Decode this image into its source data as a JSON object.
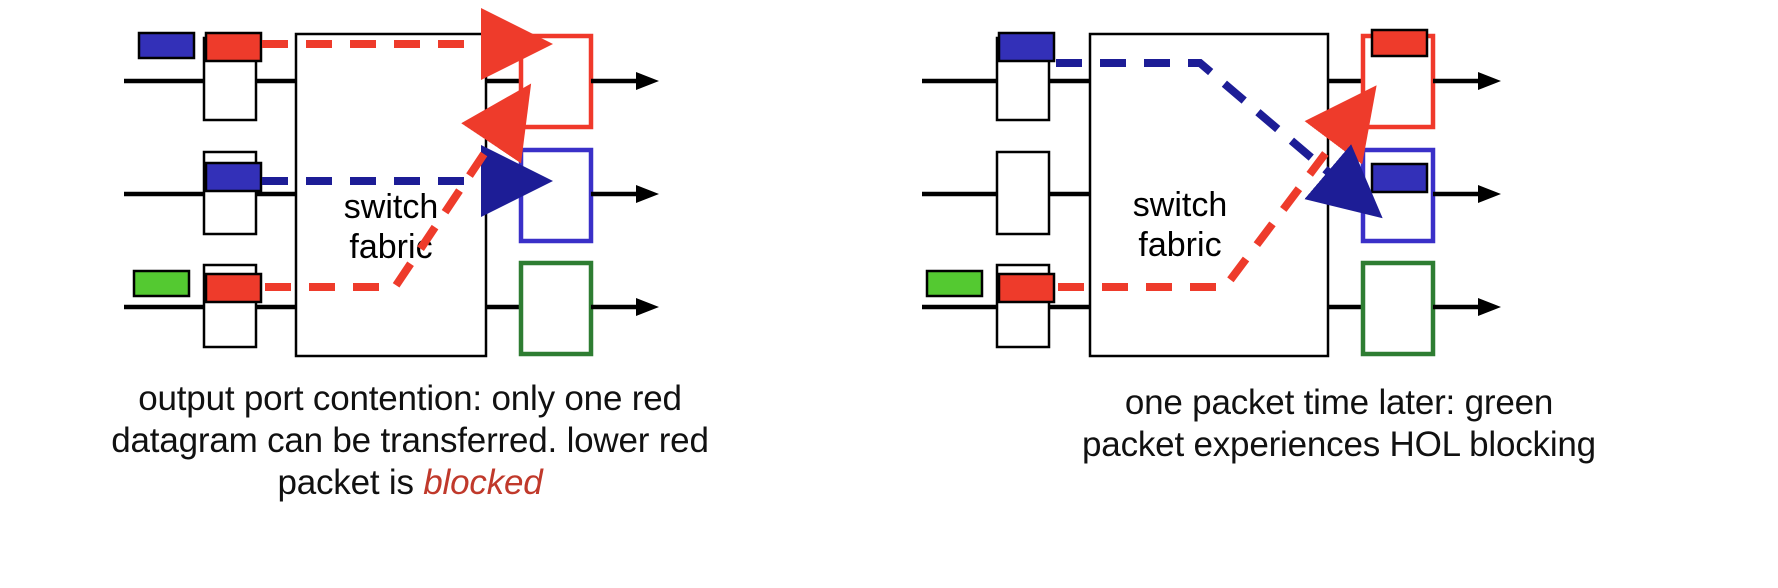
{
  "figure": {
    "title": "Input port queuing: output port contention and HOL blocking",
    "colors": {
      "red_packet": "#ee3b2b",
      "blue_packet": "#3330b8",
      "green_packet": "#54c931",
      "red_outline": "#f0392b",
      "blue_outline": "#3a30c8",
      "green_outline": "#2e7d32",
      "black": "#000000",
      "blocked_text": "#c0392b"
    }
  },
  "panels": [
    {
      "id": "left",
      "fabric_label_line1": "switch",
      "fabric_label_line2": "fabric",
      "caption_lines": [
        "output port contention: only one red",
        "datagram can be transferred. lower red",
        "packet is "
      ],
      "caption_emphasis": "blocked",
      "input_queues": [
        {
          "row": 1,
          "name": "input-queue-top",
          "packets": [
            {
              "color": "blue",
              "position": "outside-left",
              "label": "blue-packet"
            },
            {
              "color": "red",
              "position": "head-of-line",
              "label": "red-packet"
            }
          ]
        },
        {
          "row": 2,
          "name": "input-queue-middle",
          "packets": [
            {
              "color": "blue",
              "position": "head-of-line",
              "label": "blue-packet"
            }
          ]
        },
        {
          "row": 3,
          "name": "input-queue-bottom",
          "packets": [
            {
              "color": "green",
              "position": "outside-left",
              "label": "green-packet"
            },
            {
              "color": "red",
              "position": "head-of-line",
              "label": "red-packet"
            }
          ]
        }
      ],
      "output_ports": [
        {
          "row": 1,
          "outline": "red",
          "contents": "empty"
        },
        {
          "row": 2,
          "outline": "blue",
          "contents": "empty"
        },
        {
          "row": 3,
          "outline": "green",
          "contents": "empty"
        }
      ],
      "flows": [
        {
          "name": "red-flow-transferred",
          "color": "red",
          "from_row": 1,
          "to_row": 1,
          "style": "dashed",
          "arrow": "delivered"
        },
        {
          "name": "blue-flow-transferred",
          "color": "blue",
          "from_row": 2,
          "to_row": 2,
          "style": "dashed",
          "arrow": "delivered"
        },
        {
          "name": "red-flow-blocked",
          "color": "red",
          "from_row": 3,
          "to_row": 1,
          "style": "dashed",
          "arrow": "blocked"
        }
      ]
    },
    {
      "id": "right",
      "fabric_label_line1": "switch",
      "fabric_label_line2": "fabric",
      "caption_lines": [
        "one packet time later: green",
        "packet experiences HOL blocking"
      ],
      "caption_emphasis": "",
      "input_queues": [
        {
          "row": 1,
          "name": "input-queue-top",
          "packets": [
            {
              "color": "blue",
              "position": "head-of-line",
              "label": "blue-packet"
            }
          ]
        },
        {
          "row": 2,
          "name": "input-queue-middle",
          "packets": []
        },
        {
          "row": 3,
          "name": "input-queue-bottom",
          "packets": [
            {
              "color": "green",
              "position": "outside-left",
              "label": "green-packet"
            },
            {
              "color": "red",
              "position": "head-of-line",
              "label": "red-packet"
            }
          ]
        }
      ],
      "output_ports": [
        {
          "row": 1,
          "outline": "red",
          "contents": "red-packet"
        },
        {
          "row": 2,
          "outline": "blue",
          "contents": "blue-packet"
        },
        {
          "row": 3,
          "outline": "green",
          "contents": "empty"
        }
      ],
      "flows": [
        {
          "name": "blue-flow-transferred",
          "color": "blue",
          "from_row": 1,
          "to_row": 2,
          "style": "dashed",
          "arrow": "delivered"
        },
        {
          "name": "red-flow-blocked",
          "color": "red",
          "from_row": 3,
          "to_row": 1,
          "style": "dashed",
          "arrow": "blocked"
        }
      ]
    }
  ]
}
